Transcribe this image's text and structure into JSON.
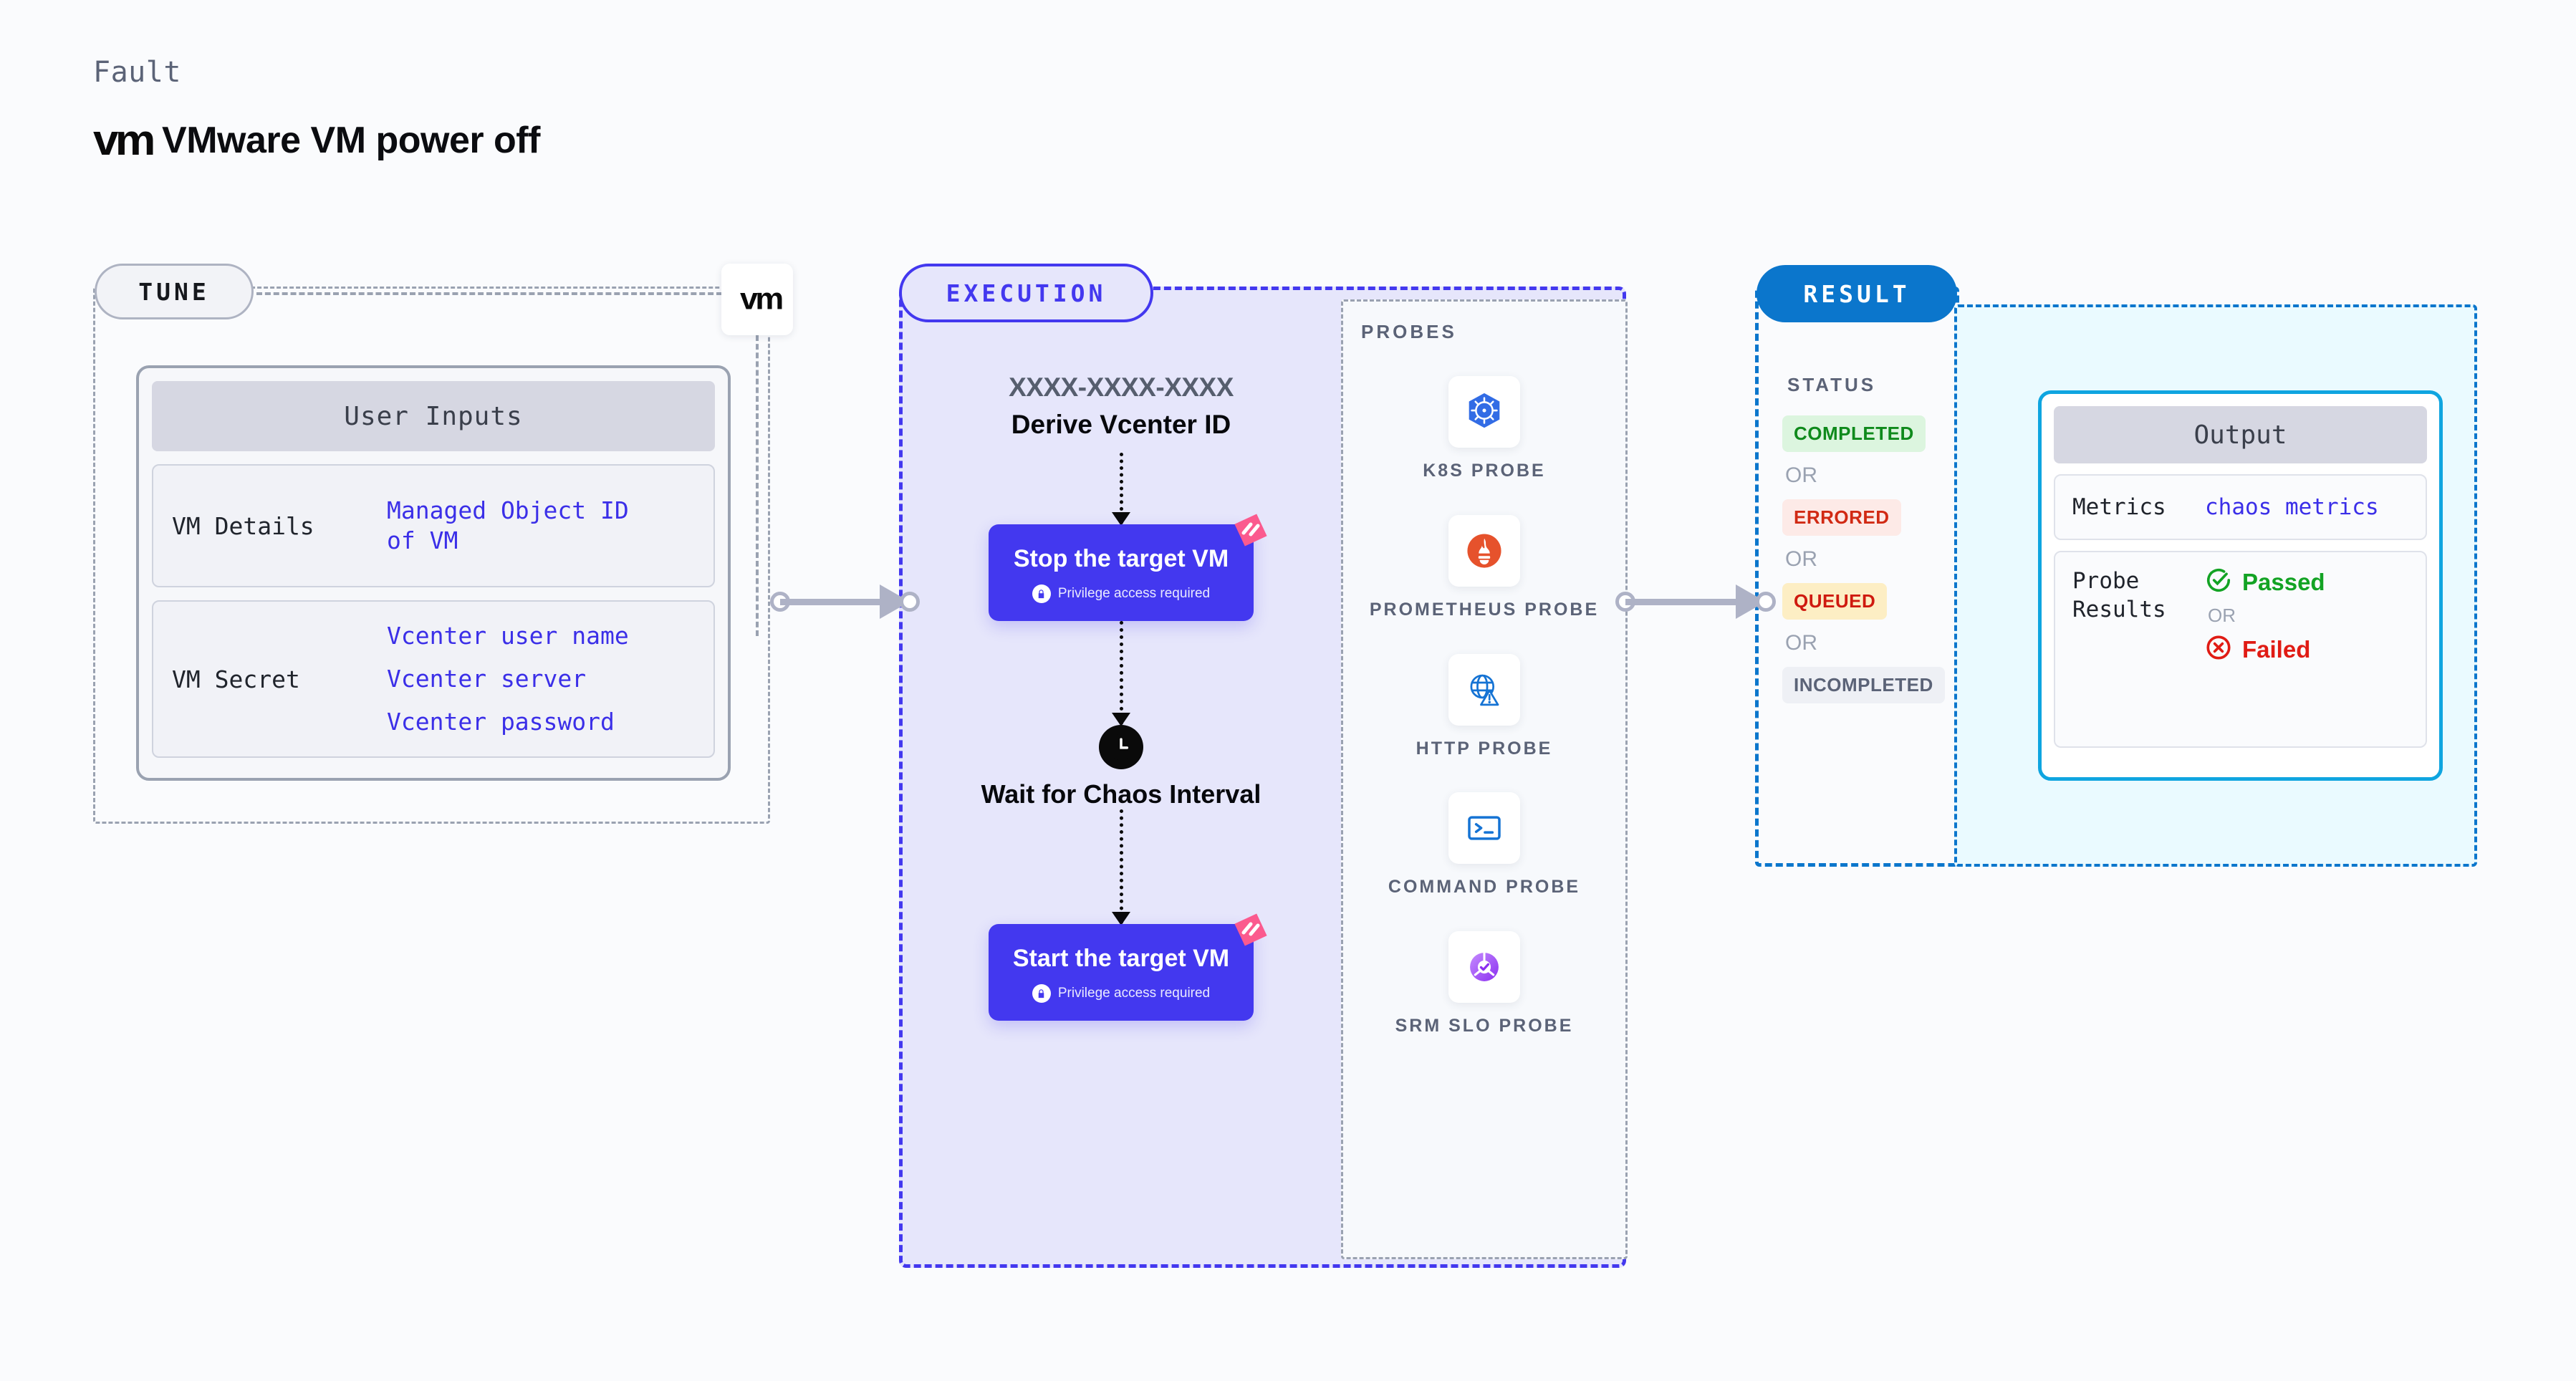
{
  "header": {
    "eyebrow": "Fault",
    "logo_text": "vm",
    "title": "VMware VM power off"
  },
  "tune": {
    "pill_label": "TUNE",
    "badge_logo": "vm",
    "card": {
      "header": "User Inputs",
      "rows": [
        {
          "key": "VM Details",
          "values": [
            "Managed Object ID\nof VM"
          ]
        },
        {
          "key": "VM Secret",
          "values": [
            "Vcenter user name",
            "Vcenter server",
            "Vcenter password"
          ]
        }
      ]
    }
  },
  "execution": {
    "pill_label": "EXECUTION",
    "derive_id": "XXXX-XXXX-XXXX",
    "derive_title": "Derive Vcenter ID",
    "step_stop": {
      "title": "Stop the target VM",
      "subtitle": "Privilege access required"
    },
    "wait": {
      "label": "Wait for Chaos Interval"
    },
    "step_start": {
      "title": "Start the target VM",
      "subtitle": "Privilege access required"
    }
  },
  "probes": {
    "title": "PROBES",
    "items": [
      {
        "label": "K8S PROBE",
        "icon": "kubernetes-icon"
      },
      {
        "label": "PROMETHEUS PROBE",
        "icon": "prometheus-icon"
      },
      {
        "label": "HTTP PROBE",
        "icon": "http-globe-icon"
      },
      {
        "label": "COMMAND PROBE",
        "icon": "terminal-icon"
      },
      {
        "label": "SRM SLO PROBE",
        "icon": "srm-slo-icon"
      }
    ]
  },
  "result": {
    "pill_label": "RESULT",
    "status_title": "STATUS",
    "or_label": "OR",
    "statuses": [
      {
        "label": "COMPLETED",
        "color": "#0f8a1c",
        "bg": "#dcf5df"
      },
      {
        "label": "ERRORED",
        "color": "#d12a14",
        "bg": "#fdeae7"
      },
      {
        "label": "QUEUED",
        "color": "#cf1a0f",
        "bg": "#fdeec4"
      },
      {
        "label": "INCOMPLETED",
        "color": "#5b6377",
        "bg": "#eef0f5"
      }
    ]
  },
  "output": {
    "header": "Output",
    "metrics_key": "Metrics",
    "metrics_value": "chaos metrics",
    "probe_results_key": "Probe Results",
    "passed_label": "Passed",
    "failed_label": "Failed",
    "or_label": "OR"
  },
  "colors": {
    "accent_indigo": "#4338ef",
    "accent_blue": "#0b76cc",
    "accent_cyan": "#0fa5e0",
    "pink_badge": "#fb5a8e",
    "panel_exec_bg": "#e6e6fb",
    "panel_output_bg": "#eafaff"
  }
}
